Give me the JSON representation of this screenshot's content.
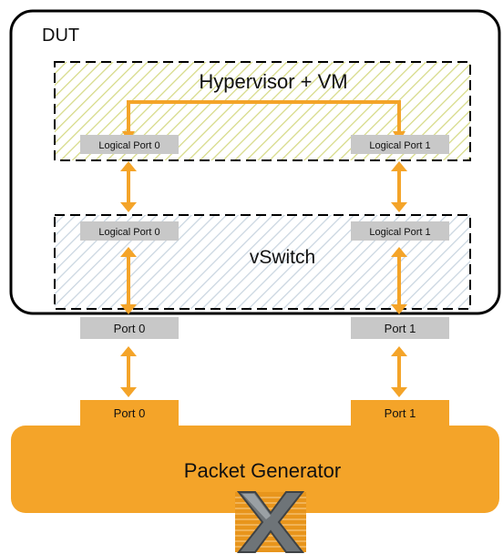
{
  "dut": {
    "label": "DUT"
  },
  "hypervisor": {
    "label": "Hypervisor + VM",
    "left_port": "Logical Port 0",
    "right_port": "Logical Port 1"
  },
  "vswitch": {
    "label": "vSwitch",
    "left_port": "Logical Port 0",
    "right_port": "Logical Port 1"
  },
  "dut_ports": {
    "left": "Port 0",
    "right": "Port 1"
  },
  "generator_ports": {
    "left": "Port 0",
    "right": "Port 1"
  },
  "packet_generator": {
    "label": "Packet Generator",
    "logo_icon": "x-logo-icon"
  },
  "colors": {
    "accent_orange": "#F4A429",
    "port_gray": "#C8C8C8",
    "hypervisor_hatch": "#D8DC8C",
    "vswitch_hatch": "#C6D4E0",
    "border": "#000000"
  }
}
